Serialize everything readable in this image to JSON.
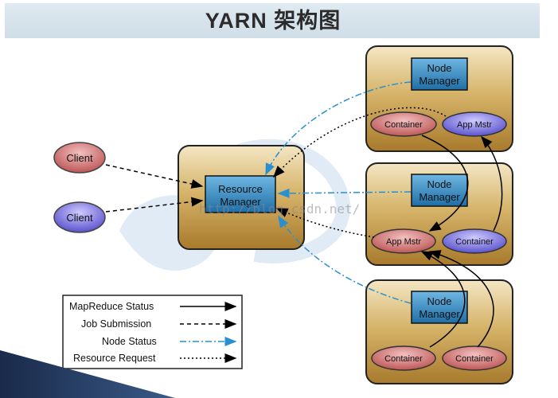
{
  "title": "YARN 架构图",
  "watermark": "http://blog.csdn.net/",
  "clients": [
    "Client",
    "Client"
  ],
  "resource_manager": {
    "line1": "Resource",
    "line2": "Manager"
  },
  "nodes": [
    {
      "manager_line1": "Node",
      "manager_line2": "Manager",
      "left": "Container",
      "right": "App Mstr"
    },
    {
      "manager_line1": "Node",
      "manager_line2": "Manager",
      "left": "App Mstr",
      "right": "Container"
    },
    {
      "manager_line1": "Node",
      "manager_line2": "Manager",
      "left": "Container",
      "right": "Container"
    }
  ],
  "legend": [
    {
      "label": "MapReduce Status",
      "style": "solid"
    },
    {
      "label": "Job Submission",
      "style": "dashed"
    },
    {
      "label": "Node Status",
      "style": "dash-dot-blue"
    },
    {
      "label": "Resource Request",
      "style": "dotted"
    }
  ],
  "colors": {
    "box_gold": "#c9a24e",
    "manager_blue": "#3a8fc4",
    "client_red": "#c96a6a",
    "client_blue": "#7a6fd8",
    "container_red": "#c86a6a",
    "container_blue": "#6a6fd6",
    "node_status_blue": "#2a8fd0"
  }
}
